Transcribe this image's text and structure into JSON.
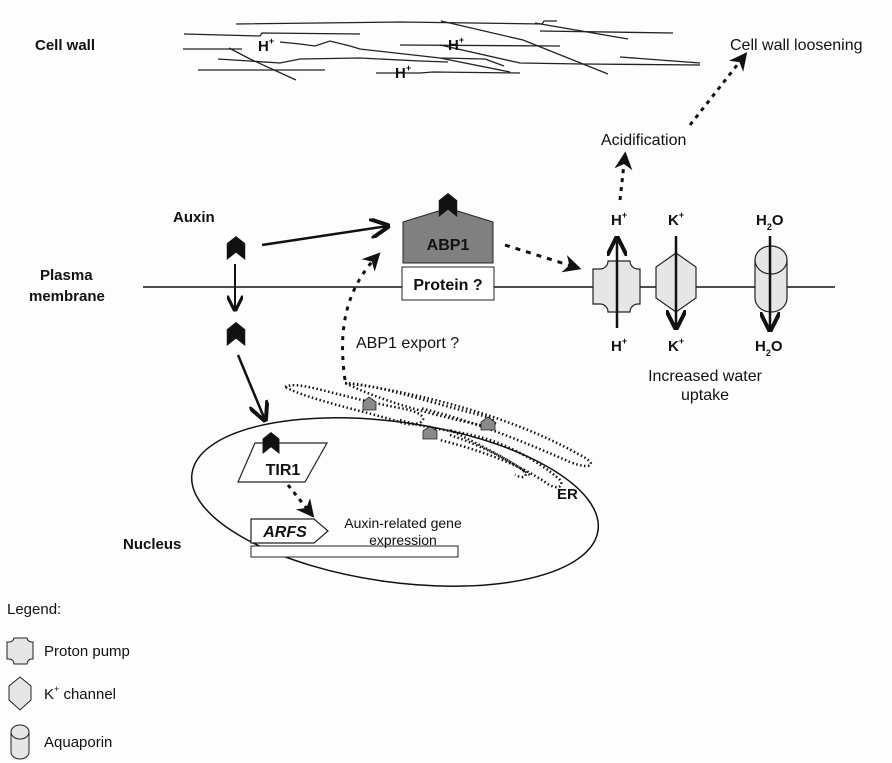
{
  "diagram": {
    "labels": {
      "cell_wall": "Cell wall",
      "cell_wall_loosening": "Cell wall loosening",
      "acidification": "Acidification",
      "auxin": "Auxin",
      "plasma_membrane_line1": "Plasma",
      "plasma_membrane_line2": "membrane",
      "abp1": "ABP1",
      "protein": "Protein ?",
      "abp1_export": "ABP1 export ?",
      "increased_water_line1": "Increased water",
      "increased_water_line2": "uptake",
      "tir1": "TIR1",
      "arfs": "ARFS",
      "gene_expr_line1": "Auxin-related gene",
      "gene_expr_line2": "expression",
      "nucleus": "Nucleus",
      "er": "ER"
    },
    "ions": {
      "h": "H",
      "k": "K",
      "plus": "+",
      "h2o_h": "H",
      "h2o_sub": "2",
      "h2o_o": "O"
    },
    "cell_wall_ions": [
      "H",
      "H",
      "H"
    ],
    "legend": {
      "title": "Legend:",
      "items": [
        {
          "icon": "proton-pump-icon",
          "label": "Proton pump"
        },
        {
          "icon": "k-channel-icon",
          "label_prefix": "K",
          "label_sup": "+",
          "label": " channel"
        },
        {
          "icon": "aquaporin-icon",
          "label": "Aquaporin"
        }
      ]
    },
    "colors": {
      "abp1_fill": "#808080",
      "transporter_fill": "#e6e6e6",
      "er_protein_fill": "#8a8a8a",
      "ink": "#111111"
    }
  }
}
